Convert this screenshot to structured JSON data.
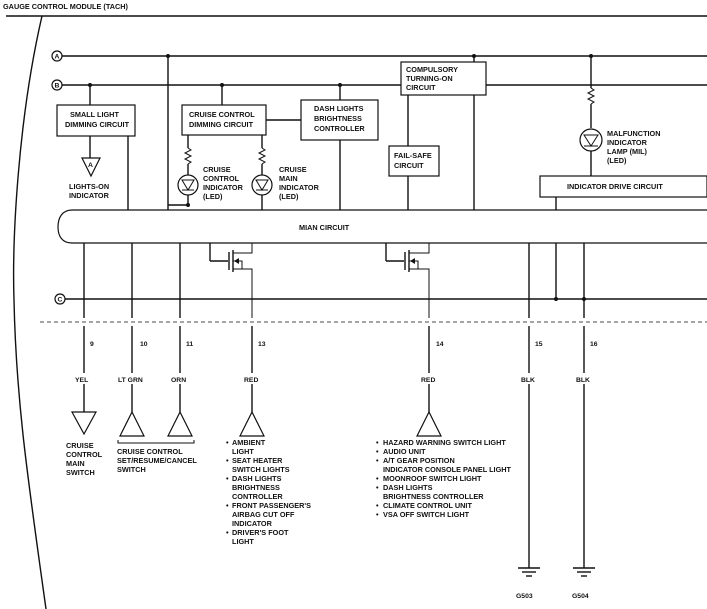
{
  "module_title": "GAUGE CONTROL MODULE (TACH)",
  "buses": {
    "a": "A",
    "b": "B",
    "c": "C"
  },
  "blocks": {
    "small_light_l1": "SMALL LIGHT",
    "small_light_l2": "DIMMING CIRCUIT",
    "cruise_dim_l1": "CRUISE CONTROL",
    "cruise_dim_l2": "DIMMING CIRCUIT",
    "dash_l1": "DASH LIGHTS",
    "dash_l2": "BRIGHTNESS",
    "dash_l3": "CONTROLLER",
    "compulsory_l1": "COMPULSORY",
    "compulsory_l2": "TURNING-ON",
    "compulsory_l3": "CIRCUIT",
    "failsafe_l1": "FAIL-SAFE",
    "failsafe_l2": "CIRCUIT",
    "indicator_drive": "INDICATOR DRIVE CIRCUIT",
    "main_circuit": "MIAN CIRCUIT"
  },
  "indicators": {
    "lights_on_flag": "A",
    "lights_on_label": "LIGHTS-ON",
    "lights_on_label2": "INDICATOR",
    "cruise_ind": [
      "CRUISE",
      "CONTROL",
      "INDICATOR",
      "(LED)"
    ],
    "cruise_main": [
      "CRUISE",
      "MAIN",
      "INDICATOR",
      "(LED)"
    ],
    "mil": [
      "MALFUNCTION",
      "INDICATOR",
      "LAMP (MIL)",
      "(LED)"
    ]
  },
  "pins": [
    "9",
    "10",
    "11",
    "13",
    "14",
    "15",
    "16"
  ],
  "wires": [
    "YEL",
    "LT GRN",
    "ORN",
    "RED",
    "RED",
    "BLK",
    "BLK"
  ],
  "destinations": {
    "cruise_main_switch": [
      "CRUISE",
      "CONTROL",
      "MAIN",
      "SWITCH"
    ],
    "cruise_set_switch": [
      "CRUISE CONTROL",
      "SET/RESUME/CANCEL",
      "SWITCH"
    ],
    "pin13_list": [
      "AMBIENT",
      "LIGHT",
      "SEAT HEATER",
      "SWITCH LIGHTS",
      "DASH LIGHTS",
      "BRIGHTNESS",
      "CONTROLLER",
      "FRONT PASSENGER'S",
      "AIRBAG CUT OFF",
      "INDICATOR",
      "DRIVER'S FOOT",
      "LIGHT"
    ],
    "pin14_list": [
      "HAZARD WARNING SWITCH LIGHT",
      "AUDIO UNIT",
      "A/T GEAR POSITION",
      "INDICATOR CONSOLE PANEL LIGHT",
      "MOONROOF SWITCH LIGHT",
      "DASH LIGHTS",
      "BRIGHTNESS CONTROLLER",
      "CLIMATE CONTROL UNIT",
      "VSA OFF SWITCH LIGHT"
    ]
  },
  "grounds": [
    "G503",
    "G504"
  ]
}
